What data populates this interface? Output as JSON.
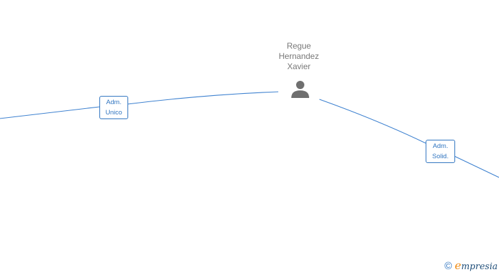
{
  "person": {
    "name_lines": [
      "Regue",
      "Hernandez",
      "Xavier"
    ],
    "icon": "person-icon"
  },
  "edges": [
    {
      "label_lines": [
        "Adm.",
        "Unico"
      ]
    },
    {
      "label_lines": [
        "Adm.",
        "Solid."
      ]
    }
  ],
  "watermark": {
    "copyright_symbol": "©",
    "brand_initial": "e",
    "brand_rest": "mpresia"
  },
  "colors": {
    "edge": "#3a7fcf",
    "label_border": "#2f74c0",
    "person_text": "#777777",
    "person_icon": "#6f6f6f",
    "brand_accent": "#f08c14"
  }
}
